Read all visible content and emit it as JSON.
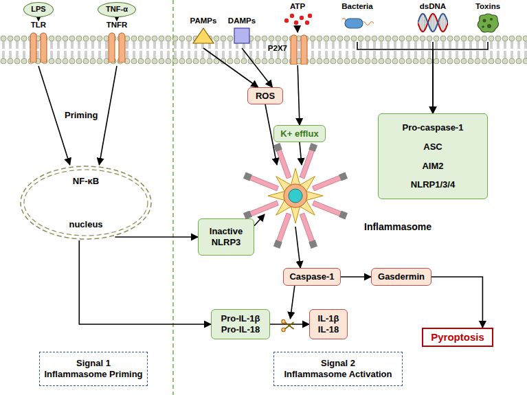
{
  "diagram": {
    "nodes": [
      {
        "text": [
          "LPS"
        ]
      },
      {
        "text": [
          "TNF-α"
        ]
      },
      {
        "text": [
          "TLR"
        ]
      },
      {
        "text": [
          "TNFR"
        ]
      },
      {
        "text": [
          "PAMPs"
        ]
      },
      {
        "text": [
          "DAMPs"
        ]
      },
      {
        "text": [
          "ATP"
        ]
      },
      {
        "text": [
          "P2X7"
        ]
      },
      {
        "text": [
          "Bacteria"
        ]
      },
      {
        "text": [
          "dsDNA"
        ]
      },
      {
        "text": [
          "Toxins"
        ]
      },
      {
        "text": [
          "ROS"
        ]
      },
      {
        "text": [
          "K+ efflux"
        ]
      },
      {
        "text": [
          "Pro-caspase-1",
          "ASC",
          "AIM2",
          "NLRP1/3/4"
        ]
      },
      {
        "text": [
          "NF-κB",
          "nucleus"
        ]
      },
      {
        "text": [
          "Inactive NLRP3"
        ]
      },
      {
        "text": [
          "Inflammasome"
        ]
      },
      {
        "text": [
          "Caspase-1"
        ]
      },
      {
        "text": [
          "Gasdermin"
        ]
      },
      {
        "text": [
          "Pro-IL-1β",
          "Pro-IL-18"
        ]
      },
      {
        "text": [
          "IL-1β",
          "IL-18"
        ]
      },
      {
        "text": [
          "Pyroptosis"
        ]
      },
      {
        "text": [
          "Signal 1",
          "Inflammasome Priming"
        ]
      },
      {
        "text": [
          "Signal 2",
          "Inflammasome Activation"
        ]
      }
    ],
    "edges": [
      {
        "from": 0,
        "to": 2,
        "arrow": "to"
      },
      {
        "from": 1,
        "to": 3,
        "arrow": "to"
      },
      {
        "from": 2,
        "to": 14,
        "arrow": "to"
      },
      {
        "from": 3,
        "to": 14,
        "arrow": "to"
      },
      {
        "from": 4,
        "to": 11,
        "arrow": "to"
      },
      {
        "from": 5,
        "to": 11,
        "arrow": "to"
      },
      {
        "from": 6,
        "to": 7,
        "arrow": "to"
      },
      {
        "from": 7,
        "to": 12,
        "arrow": "to"
      },
      {
        "from": 8,
        "to": 13,
        "arrow": "to"
      },
      {
        "from": 9,
        "to": 13,
        "arrow": "to"
      },
      {
        "from": 10,
        "to": 13,
        "arrow": "to"
      },
      {
        "from": 11,
        "to": 16,
        "arrow": "to"
      },
      {
        "from": 12,
        "to": 16,
        "arrow": "to"
      },
      {
        "from": 14,
        "to": 15,
        "arrow": "to"
      },
      {
        "from": 15,
        "to": 16,
        "arrow": "to"
      },
      {
        "from": 14,
        "to": 19,
        "arrow": "to"
      },
      {
        "from": 16,
        "to": 17,
        "arrow": "to"
      },
      {
        "from": 17,
        "to": 18,
        "arrow": "to"
      },
      {
        "from": 19,
        "to": 20,
        "arrow": "to"
      },
      {
        "from": 18,
        "to": 21,
        "arrow": "to"
      }
    ],
    "labels": [
      "Priming"
    ]
  }
}
